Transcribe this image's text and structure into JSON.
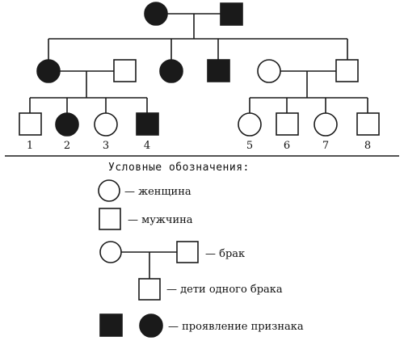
{
  "colors": {
    "line": "#1a1a1a",
    "affected": "#1a1a1a",
    "unaffected": "#ffffff"
  },
  "pedigree": {
    "generation1": [
      {
        "sex": "female",
        "affected": true
      },
      {
        "sex": "male",
        "affected": true
      }
    ],
    "generation2": [
      {
        "sex": "female",
        "affected": true
      },
      {
        "sex": "male",
        "affected": false,
        "relation": "spouse"
      },
      {
        "sex": "female",
        "affected": true
      },
      {
        "sex": "male",
        "affected": true
      },
      {
        "sex": "female",
        "affected": false,
        "relation": "spouse"
      },
      {
        "sex": "male",
        "affected": false
      }
    ],
    "generation3": [
      {
        "number": "1",
        "sex": "male",
        "affected": false
      },
      {
        "number": "2",
        "sex": "female",
        "affected": true
      },
      {
        "number": "3",
        "sex": "female",
        "affected": false
      },
      {
        "number": "4",
        "sex": "male",
        "affected": true
      },
      {
        "number": "5",
        "sex": "female",
        "affected": false
      },
      {
        "number": "6",
        "sex": "male",
        "affected": false
      },
      {
        "number": "7",
        "sex": "female",
        "affected": false
      },
      {
        "number": "8",
        "sex": "male",
        "affected": false
      }
    ]
  },
  "legend": {
    "title": "Условные обозначения:",
    "female": "— женщина",
    "male": "— мужчина",
    "marriage": "— брак",
    "children": "— дети одного брака",
    "trait": "— проявление признака"
  }
}
